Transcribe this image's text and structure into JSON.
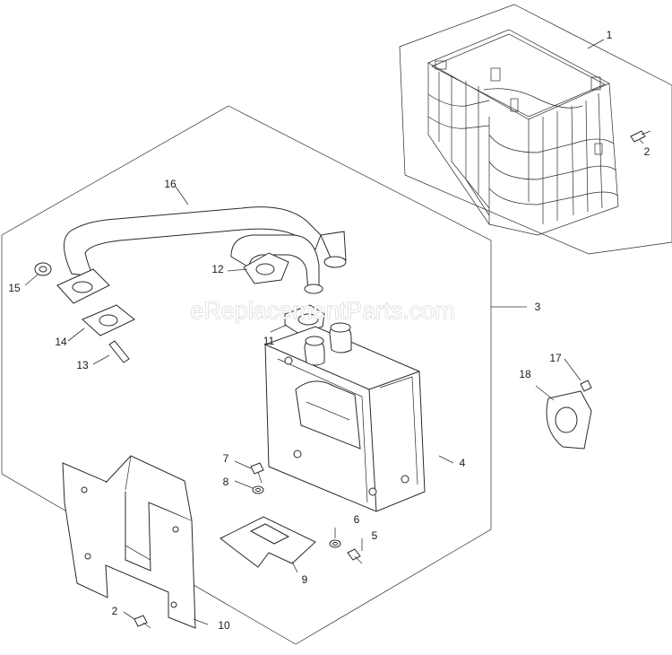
{
  "watermark": "eReplacementParts.com",
  "callouts": {
    "n1": "1",
    "n2a": "2",
    "n2b": "2",
    "n3": "3",
    "n4": "4",
    "n5": "5",
    "n6": "6",
    "n7": "7",
    "n8": "8",
    "n9": "9",
    "n10": "10",
    "n11": "11",
    "n12": "12",
    "n13": "13",
    "n14": "14",
    "n15": "15",
    "n16": "16",
    "n17": "17",
    "n18": "18"
  }
}
